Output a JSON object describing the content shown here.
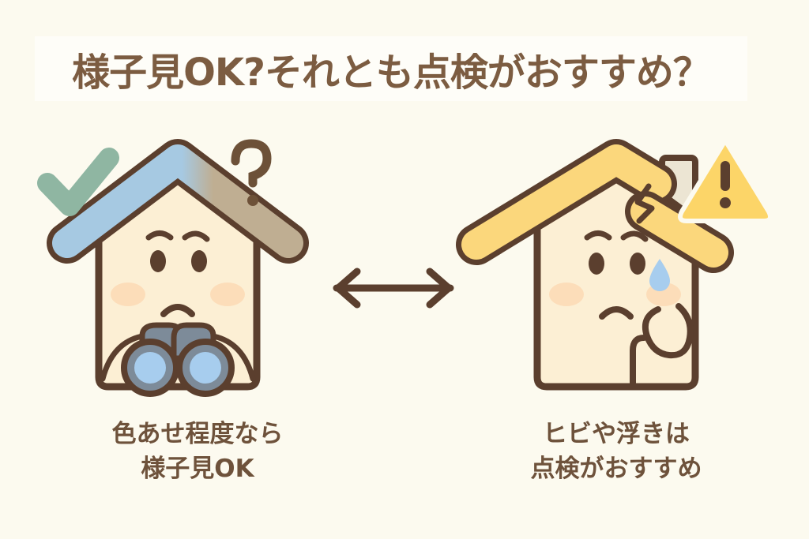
{
  "page": {
    "background_color": "#fcfaef",
    "title_band_color": "#fefdf8",
    "ink_color": "#5b3f2e",
    "text_color": "#6e523b",
    "title_color": "#7c5c41"
  },
  "header": {
    "title": "様子見OK?それとも点検がおすすめ？"
  },
  "comparison": {
    "left": {
      "caption": "色あせ程度なら\n様子見OK",
      "verdict_icon": "check-icon",
      "verdict_color": "#8fb6a2",
      "thinking_icon": "question-mark-icon",
      "roof_color": "#a6c9e2",
      "roof_faded_color": "#bfae92",
      "body_color": "#fcefd4",
      "blush_color": "#fbd9b4",
      "prop_icon": "binoculars-icon",
      "binocular_body_color": "#7d8b99",
      "binocular_lens_color": "#a7cdee"
    },
    "right": {
      "caption": "ヒビや浮きは\n点検がおすすめ",
      "verdict_icon": "warning-triangle-icon",
      "verdict_color": "#fcd568",
      "roof_color": "#fbd77c",
      "body_color": "#fcefd4",
      "blush_color": "#fbd9b4",
      "sweat_icon": "sweat-drop-icon",
      "sweat_color": "#a7cdee",
      "damage": "crack",
      "chimney_color": "#ece5d3"
    }
  },
  "divider": {
    "icon": "double-arrow-icon",
    "color": "#5b3f2e"
  }
}
